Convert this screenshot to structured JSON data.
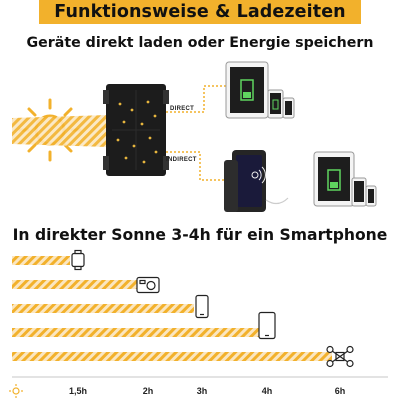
{
  "header": {
    "title": "Funktionsweise & Ladezeiten"
  },
  "top": {
    "subtitle": "Geräte direkt laden oder Energie speichern",
    "direct_label": "DIRECT",
    "indirect_label": "INDIRECT"
  },
  "bottom": {
    "heading": "In direkter Sonne 3-4h für ein Smartphone"
  },
  "charging": {
    "axis_ticks": [
      "1,5h",
      "2h",
      "3h",
      "4h",
      "6h"
    ],
    "rows": [
      {
        "device_icon": "smartwatch-icon",
        "hours": 1.5
      },
      {
        "device_icon": "action-camera-icon",
        "hours": 2
      },
      {
        "device_icon": "smartphone-icon",
        "hours": 3
      },
      {
        "device_icon": "tablet-icon",
        "hours": 4
      },
      {
        "device_icon": "drone-icon",
        "hours": 6
      }
    ]
  },
  "colors": {
    "accent": "#f2b12c",
    "stripe": "#f5c878",
    "dark": "#1c1c1c"
  }
}
